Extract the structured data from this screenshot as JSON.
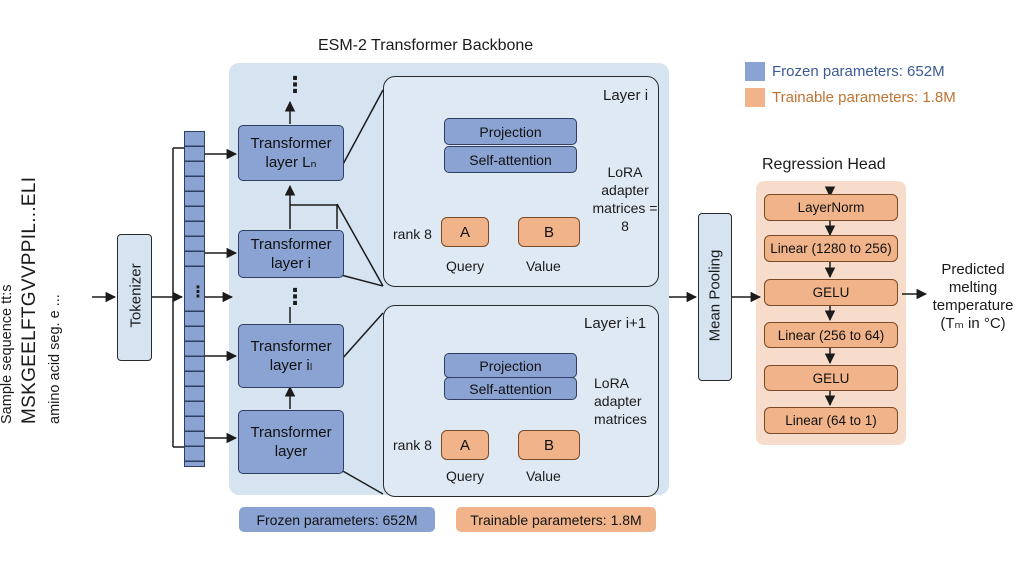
{
  "title": "ESM-2 Transformer Backbone",
  "legend": {
    "frozen": "Frozen parameters: 652M",
    "trainable": "Trainable parameters: 1.8M",
    "frozen_color": "#8aa3d2",
    "trainable_color": "#f1b48a"
  },
  "input": {
    "caption": "Sample sequence tt:s",
    "sequence": "MSKGEELFTGVVPPIL...ELI",
    "subcaption": "amino acid seg. e ..."
  },
  "tokenizer": "Tokenizer",
  "embedding_ellipsis": "⋮",
  "backbone": {
    "top_ellipsis": "⋮",
    "mid_ellipsis": "⋮",
    "layers": [
      {
        "label": "Transformer layer Lₙ"
      },
      {
        "label": "Transformer layer i"
      },
      {
        "label": "Transformer layer iₗ"
      },
      {
        "label": "Transformer layer"
      }
    ]
  },
  "detail_top": {
    "layer_label": "Layer i",
    "projection": "Projection",
    "self_attention": "Self-attention",
    "lora_note": "LoRA adapter matrices = 8",
    "rank": "rank 8",
    "a": "A",
    "b": "B",
    "query": "Query",
    "value": "Value"
  },
  "detail_bottom": {
    "layer_label": "Layer i+1",
    "projection": "Projection",
    "self_attention": "Self-attention",
    "lora_note": "LoRA adapter matrices",
    "rank": "rank 8",
    "a": "A",
    "b": "B",
    "query": "Query",
    "value": "Value"
  },
  "mean_pooling": "Mean Pooling",
  "regression_head": {
    "title": "Regression Head",
    "steps": [
      "LayerNorm",
      "Linear (1280 to 256)",
      "GELU",
      "Linear (256 to 64)",
      "GELU",
      "Linear (64 to 1)"
    ]
  },
  "output": "Predicted melting temperature (Tₘ in °C)",
  "bottom_legend": {
    "frozen": "Frozen parameters: 652M",
    "trainable": "Trainable parameters: 1.8M"
  }
}
